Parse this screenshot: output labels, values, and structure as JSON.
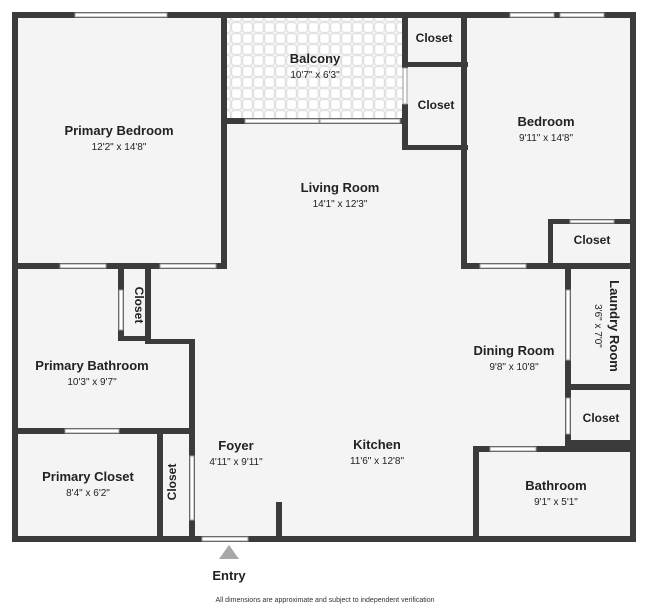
{
  "colors": {
    "wall": "#3b3b3b",
    "floor": "#f4f4f4",
    "balcony_tile": "#e6e6e6"
  },
  "rooms": {
    "primary_bedroom": {
      "name": "Primary Bedroom",
      "dims": "12'2\" x 14'8\""
    },
    "balcony": {
      "name": "Balcony",
      "dims": "10'7\" x 6'3\""
    },
    "bedroom": {
      "name": "Bedroom",
      "dims": "9'11\" x 14'8\""
    },
    "living_room": {
      "name": "Living Room",
      "dims": "14'1\" x 12'3\""
    },
    "primary_bathroom": {
      "name": "Primary Bathroom",
      "dims": "10'3\" x 9'7\""
    },
    "dining_room": {
      "name": "Dining Room",
      "dims": "9'8\" x 10'8\""
    },
    "laundry_room": {
      "name": "Laundry Room",
      "dims": "3'6\" x 7'0\""
    },
    "foyer": {
      "name": "Foyer",
      "dims": "4'11\" x 9'11\""
    },
    "kitchen": {
      "name": "Kitchen",
      "dims": "11'6\" x 12'8\""
    },
    "primary_closet": {
      "name": "Primary Closet",
      "dims": "8'4\" x 6'2\""
    },
    "bathroom": {
      "name": "Bathroom",
      "dims": "9'1\" x 5'1\""
    }
  },
  "closet_label": "Closet",
  "entry_label": "Entry",
  "disclaimer": "All dimensions are approximate and subject to independent verification"
}
